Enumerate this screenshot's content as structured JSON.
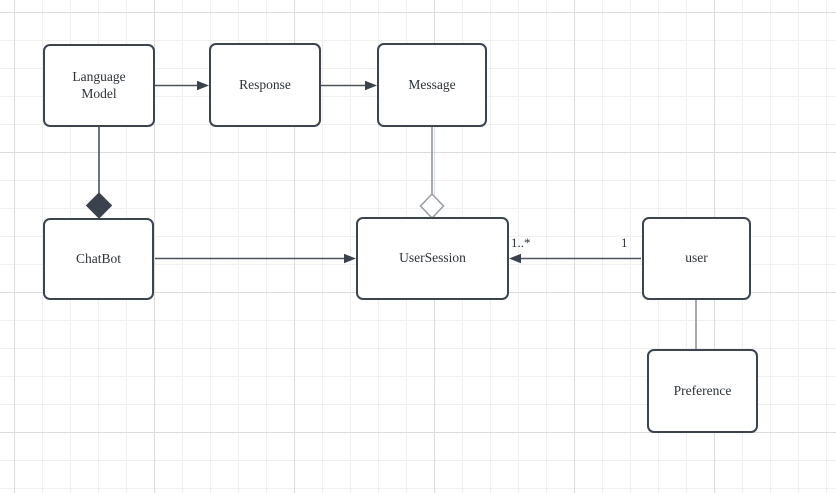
{
  "canvas": {
    "background": "#ffffff",
    "grid_minor_color": "#efefef",
    "grid_major_color": "#dcdcdc"
  },
  "colors": {
    "node_border": "#3b4451",
    "node_fill": "#ffffff",
    "text": "#2d3338",
    "connector_dark": "#4b545f",
    "connector_light": "#9aa0a6",
    "composition_diamond_fill": "#39424d",
    "aggregation_diamond_fill": "#ffffff"
  },
  "nodes": {
    "language_model": {
      "label": "Language Model"
    },
    "response": {
      "label": "Response"
    },
    "message": {
      "label": "Message"
    },
    "chatbot": {
      "label": "ChatBot"
    },
    "user_session": {
      "label": "UserSession"
    },
    "user": {
      "label": "user"
    },
    "preference": {
      "label": "Preference"
    }
  },
  "edges": {
    "language_model_response": {
      "type": "arrow",
      "from": "Language Model",
      "to": "Response"
    },
    "response_message": {
      "type": "arrow",
      "from": "Response",
      "to": "Message"
    },
    "language_model_chatbot": {
      "type": "composition-diamond",
      "from": "Language Model",
      "to": "ChatBot"
    },
    "message_user_session": {
      "type": "aggregation-diamond",
      "from": "Message",
      "to": "UserSession"
    },
    "chatbot_user_session": {
      "type": "arrow",
      "from": "ChatBot",
      "to": "UserSession"
    },
    "user_user_session": {
      "type": "arrow",
      "from": "user",
      "to": "UserSession",
      "source_multiplicity": "1",
      "target_multiplicity": "1..*"
    },
    "user_preference": {
      "type": "line",
      "from": "user",
      "to": "Preference"
    }
  }
}
